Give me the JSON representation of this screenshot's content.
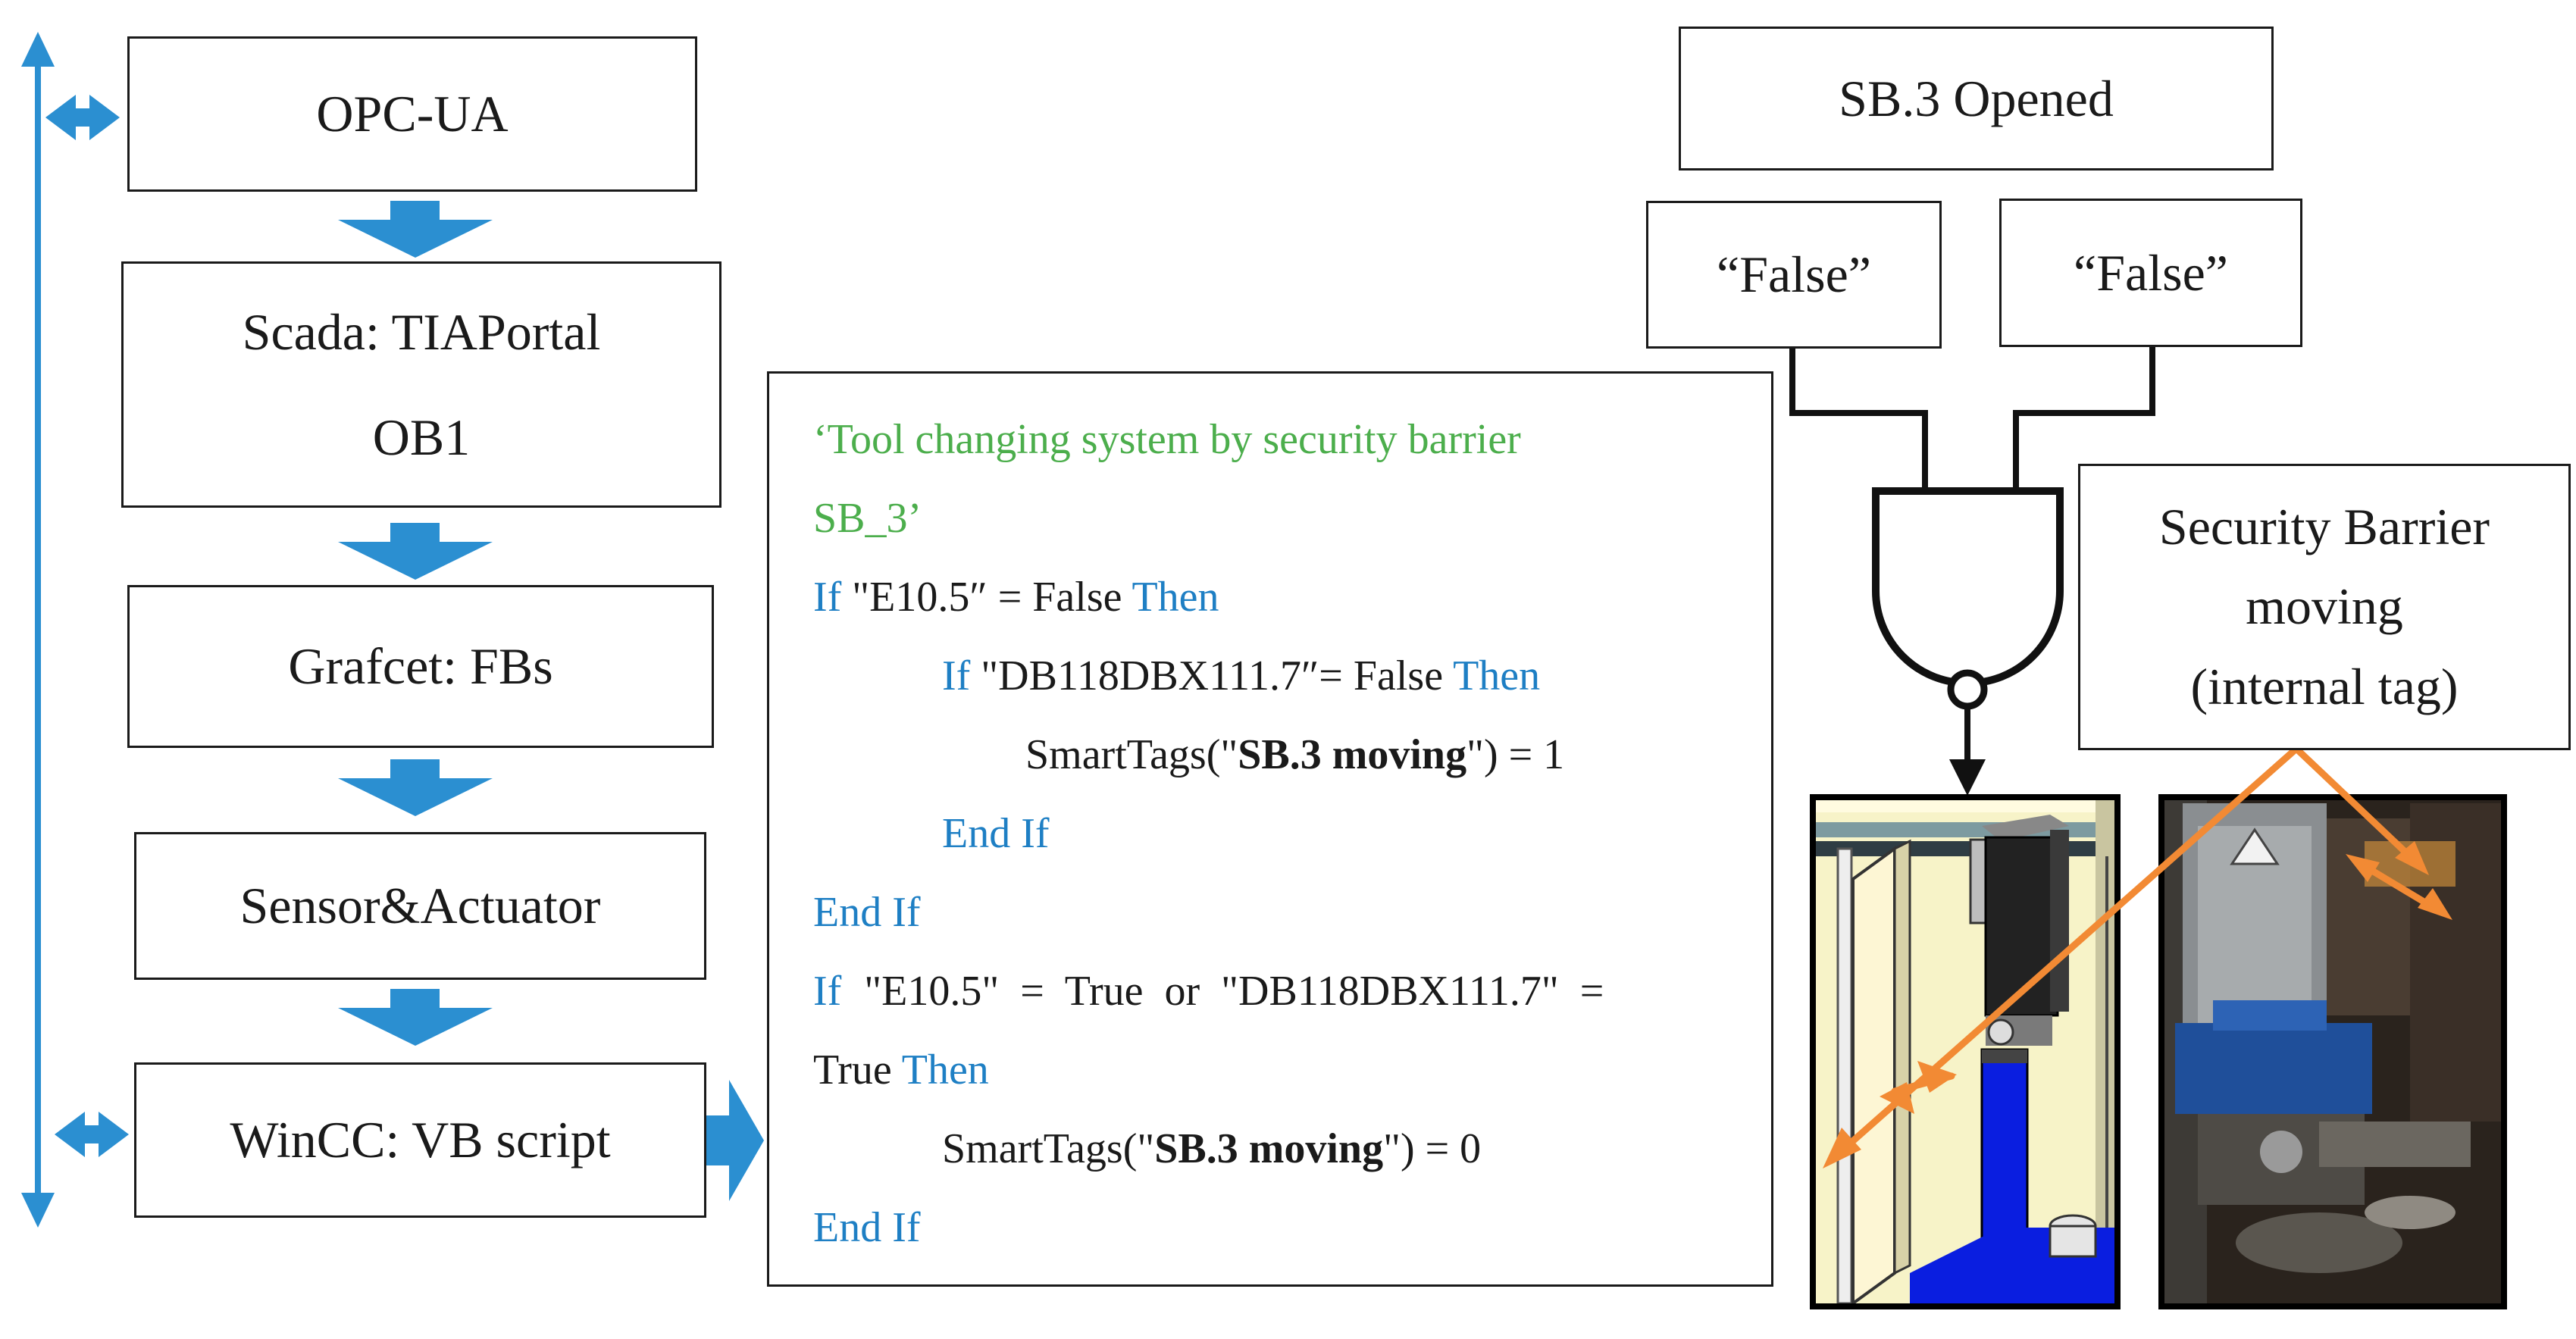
{
  "flow_boxes": {
    "opcua": "OPC-UA",
    "scada_line1": "Scada: TIAPortal",
    "scada_line2": "OB1",
    "grafcet": "Grafcet: FBs",
    "sensor": "Sensor&Actuator",
    "wincc": "WinCC: VB script"
  },
  "logic": {
    "output": "SB.3 Opened",
    "input_left": "“False”",
    "input_right": "“False”",
    "tag_label_line1": "Security Barrier",
    "tag_label_line2": "moving",
    "tag_label_line3": "(internal tag)"
  },
  "code": {
    "comment_line1": "‘Tool changing system by security barrier",
    "comment_line2": "SB_3’",
    "l3_if": "If",
    "l3_cond": " \"E10.5″ = False ",
    "l3_then": "Then",
    "l4_if": "If",
    "l4_cond": " \"DB118DBX111.7″= False ",
    "l4_then": "Then",
    "l5_pre": "SmartTags(\"",
    "l5_tag": "SB.3 moving",
    "l5_post": "\") = 1",
    "l6": "End If",
    "l7": "End If",
    "l8_if": "If",
    "l8_cond": "\"E10.5\"  =  True  or  \"DB118DBX111.7\"  =",
    "l9_pre": "True ",
    "l9_then": "Then",
    "l10_pre": "SmartTags(\"",
    "l10_tag": "SB.3 moving",
    "l10_post": "\") = 0",
    "l11": "End If"
  },
  "colors": {
    "flow_arrow": "#2b8fd1",
    "keyword": "#1e7fc4",
    "comment": "#4cae4c",
    "motion_arrow": "#f28a34",
    "actuator_blue": "#0a1ee0",
    "panel_cream": "#f7f3c8"
  },
  "icons": {
    "flow": "down-arrow-icon",
    "bus": "double-arrow-icon",
    "gate": "nand-gate-icon"
  }
}
